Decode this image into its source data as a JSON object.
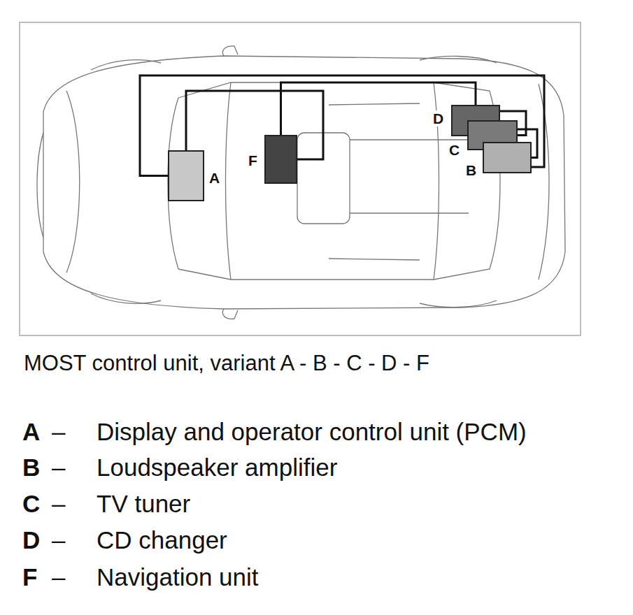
{
  "diagram": {
    "caption": "MOST control unit, variant A - B - C - D - F",
    "nodes": [
      {
        "text": [
          "A"
        ]
      },
      {
        "text": [
          "F"
        ]
      },
      {
        "text": [
          "D"
        ]
      },
      {
        "text": [
          "C"
        ]
      },
      {
        "text": [
          "B"
        ]
      }
    ],
    "edges": [
      {
        "from": 0,
        "to": 1,
        "arrow": "none"
      },
      {
        "from": 1,
        "to": 2,
        "arrow": "none"
      },
      {
        "from": 2,
        "to": 3,
        "arrow": "none"
      },
      {
        "from": 3,
        "to": 4,
        "arrow": "none"
      },
      {
        "from": 4,
        "to": 0,
        "arrow": "none"
      }
    ],
    "labels": [
      "A",
      "–",
      "Display and operator control unit (PCM)",
      "B",
      "–",
      "Loudspeaker amplifier",
      "C",
      "–",
      "TV tuner",
      "D",
      "–",
      "CD changer",
      "F",
      "–",
      "Navigation unit"
    ]
  }
}
